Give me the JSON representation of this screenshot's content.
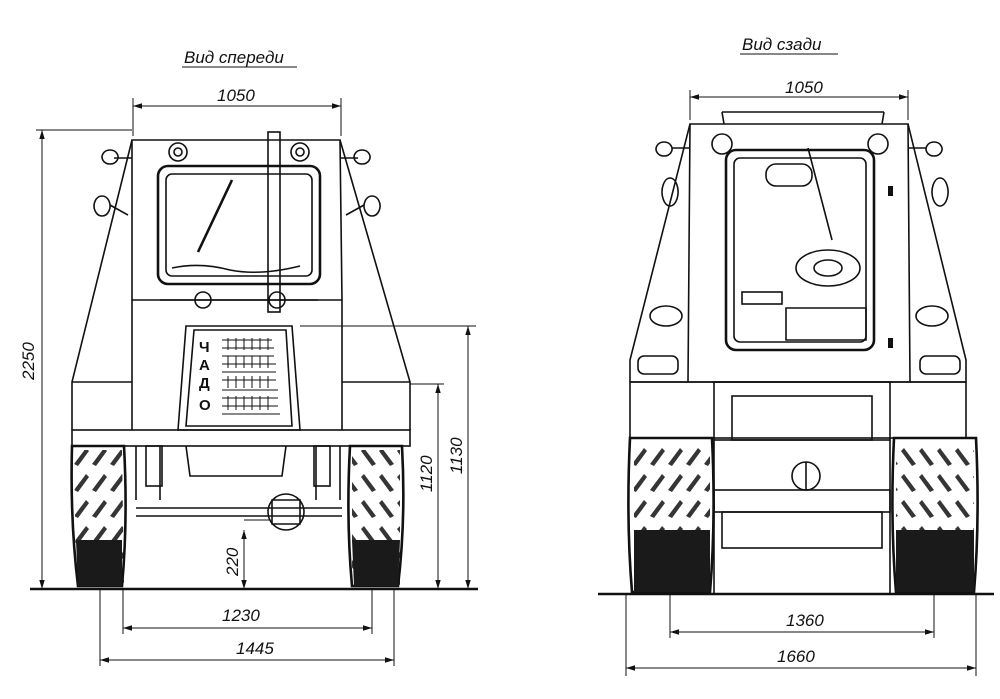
{
  "views": {
    "front": {
      "title": "Вид спереди",
      "badge_letters": [
        "Ч",
        "А",
        "Д",
        "О"
      ],
      "dims": {
        "width_top": "1050",
        "height_total": "2250",
        "height_1130": "1130",
        "height_1120": "1120",
        "clearance": "220",
        "track": "1230",
        "overall_width": "1445"
      }
    },
    "rear": {
      "title": "Вид сзади",
      "dims": {
        "width_top": "1050",
        "track": "1360",
        "overall_width": "1660"
      }
    }
  }
}
